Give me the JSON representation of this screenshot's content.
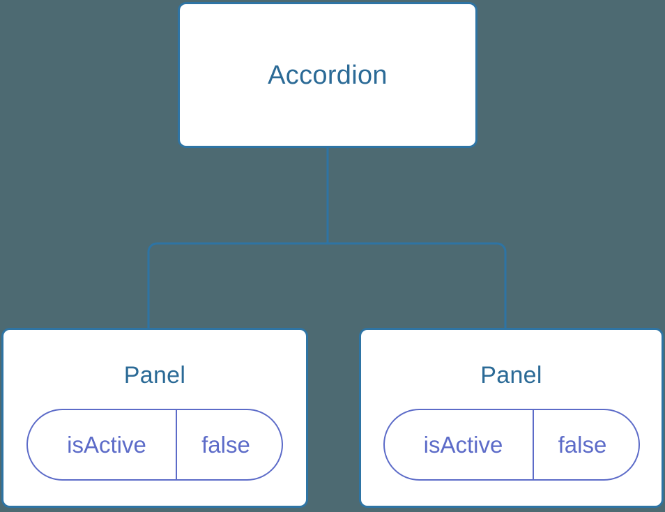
{
  "theme": {
    "background_color": "#4d6a72",
    "node_fill": "#ffffff",
    "node_border_color": "#2e74a4",
    "node_text_color": "#2b6a96",
    "pill_color": "#5c6bc8",
    "connector_color": "#2e74a4"
  },
  "tree": {
    "root": {
      "label": "Accordion"
    },
    "children": [
      {
        "label": "Panel",
        "state": {
          "key": "isActive",
          "value": "false"
        }
      },
      {
        "label": "Panel",
        "state": {
          "key": "isActive",
          "value": "false"
        }
      }
    ]
  }
}
